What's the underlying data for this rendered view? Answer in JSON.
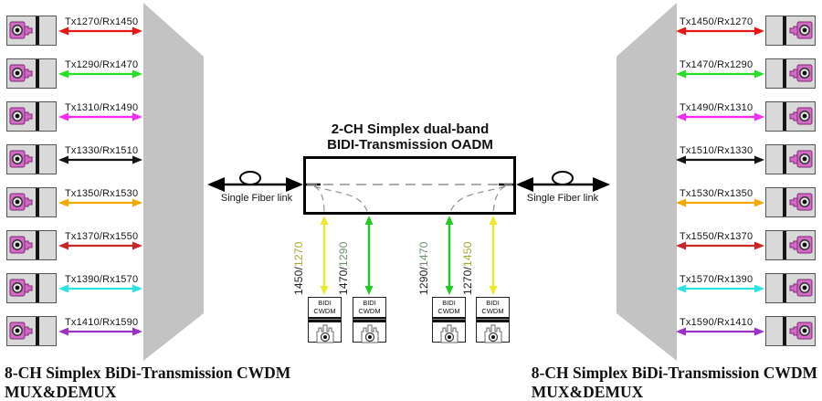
{
  "oadm": {
    "title_line1": "2-CH Simplex dual-band",
    "title_line2": "BIDI-Transmission OADM"
  },
  "fiber_links": {
    "left_label": "Single Fiber link",
    "right_label": "Single Fiber link"
  },
  "left_mux": {
    "caption_line1": "8-CH Simplex BiDi-Transmission CWDM",
    "caption_line2": "MUX&DEMUX",
    "channels": [
      {
        "label": "Tx1270/Rx1450",
        "color": "#ee1515"
      },
      {
        "label": "Tx1290/Rx1470",
        "color": "#25e025"
      },
      {
        "label": "Tx1310/Rx1490",
        "color": "#f828f8"
      },
      {
        "label": "Tx1330/Rx1510",
        "color": "#141414"
      },
      {
        "label": "Tx1350/Rx1530",
        "color": "#f5a800"
      },
      {
        "label": "Tx1370/Rx1550",
        "color": "#cc2525"
      },
      {
        "label": "Tx1390/Rx1570",
        "color": "#2ae4e4"
      },
      {
        "label": "Tx1410/Rx1590",
        "color": "#9b32c8"
      }
    ]
  },
  "right_mux": {
    "caption_line1": "8-CH Simplex BiDi-Transmission CWDM",
    "caption_line2": "MUX&DEMUX",
    "channels": [
      {
        "label": "Tx1450/Rx1270",
        "color": "#ee1515"
      },
      {
        "label": "Tx1470/Rx1290",
        "color": "#25e025"
      },
      {
        "label": "Tx1490/Rx1310",
        "color": "#f828f8"
      },
      {
        "label": "Tx1510/Rx1330",
        "color": "#141414"
      },
      {
        "label": "Tx1530/Rx1350",
        "color": "#f5a800"
      },
      {
        "label": "Tx1550/Rx1370",
        "color": "#cc2525"
      },
      {
        "label": "Tx1570/Rx1390",
        "color": "#2ae4e4"
      },
      {
        "label": "Tx1590/Rx1410",
        "color": "#9b32c8"
      }
    ]
  },
  "drop_ports": [
    {
      "pair_prefix": "1450/",
      "pair_suffix": "1270",
      "suffix_color": "#a8a832",
      "arrow_color": "#ebeb2a",
      "module_line1": "BIDI",
      "module_line2": "CWDM"
    },
    {
      "pair_prefix": "1470/",
      "pair_suffix": "1290",
      "suffix_color": "#6e8f6e",
      "arrow_color": "#23cc23",
      "module_line1": "BIDI",
      "module_line2": "CWDM"
    },
    {
      "pair_prefix": "1290/",
      "pair_suffix": "1470",
      "suffix_color": "#6e8f6e",
      "arrow_color": "#23cc23",
      "module_line1": "BIDI",
      "module_line2": "CWDM"
    },
    {
      "pair_prefix": "1270/",
      "pair_suffix": "1450",
      "suffix_color": "#a8a832",
      "arrow_color": "#ebeb2a",
      "module_line1": "BIDI",
      "module_line2": "CWDM"
    }
  ],
  "shape_colors": {
    "trapezoid_fill": "#c3c3c3",
    "fiber_line": "#000000",
    "dashed_path": "#909090"
  }
}
